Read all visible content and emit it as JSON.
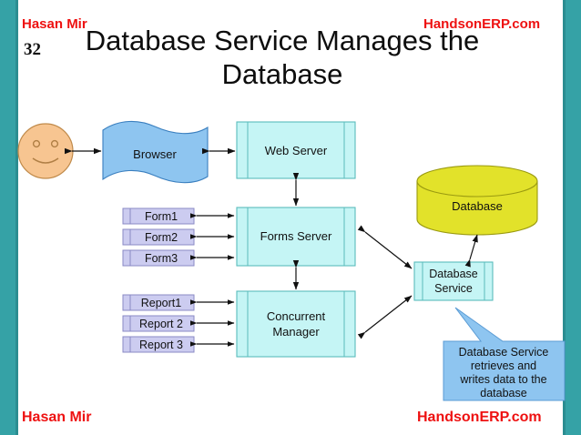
{
  "slide": {
    "page_number": "32",
    "title": "Database Service Manages the Database",
    "title_line1": "Database Service Manages the",
    "title_line2": "Database"
  },
  "watermarks": {
    "top_left": "Hasan Mir",
    "top_right": "HandsonERP.com",
    "bottom_left": "Hasan Mir",
    "bottom_right": "HandsonERP.com"
  },
  "colors": {
    "border_teal": "#35a2a6",
    "border_teal_dark": "#2b8d91",
    "watermark_red": "#ee1111",
    "server_fill": "#c5f5f5",
    "server_stroke": "#5bbcbc",
    "form_fill": "#ccccf0",
    "form_stroke": "#8a8ac4",
    "browser_fill": "#8ec5f0",
    "browser_stroke": "#3a7fbf",
    "database_fill": "#e2e22a",
    "database_stroke": "#9a9a10",
    "face_fill": "#f7c591",
    "face_stroke": "#c08a4a",
    "callout_fill": "#8ec5f0",
    "callout_stroke": "#5a9bd4",
    "arrow": "#111111"
  },
  "diagram": {
    "actor": {
      "name": "user-smiley",
      "label": ""
    },
    "browser": {
      "label": "Browser"
    },
    "servers": [
      {
        "id": "web-server",
        "label": "Web Server"
      },
      {
        "id": "forms-server",
        "label": "Forms Server"
      },
      {
        "id": "concurrent-manager",
        "label_line1": "Concurrent",
        "label_line2": "Manager"
      },
      {
        "id": "database-service",
        "label_line1": "Database",
        "label_line2": "Service"
      }
    ],
    "forms": [
      {
        "label": "Form1"
      },
      {
        "label": "Form2"
      },
      {
        "label": "Form3"
      }
    ],
    "reports": [
      {
        "label": "Report1"
      },
      {
        "label": "Report 2"
      },
      {
        "label": "Report 3"
      }
    ],
    "database": {
      "label": "Database"
    },
    "callout": {
      "line1": "Database Service",
      "line2": "retrieves and",
      "line3": "writes data to the",
      "line4": "database"
    }
  }
}
